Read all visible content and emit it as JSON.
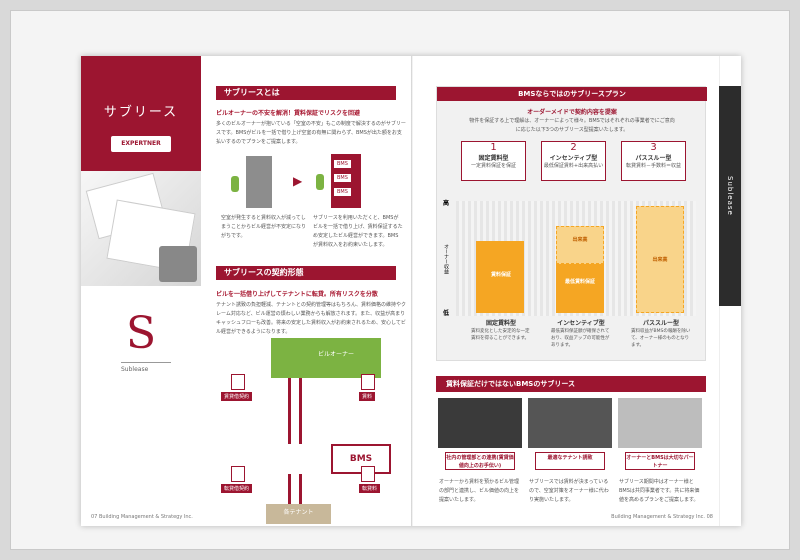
{
  "left": {
    "hero_title": "サブリース",
    "logo_text": "EXPERTNER",
    "big_letter": "S",
    "big_letter_label": "Sublease",
    "section1": {
      "heading": "サブリースとは",
      "subheading": "ビルオーナーの不安を解消！賃料保証でリスクを回避",
      "body": "多くのビルオーナーが抱いている「空室の不安」もこの制度で解決するのがサブリースです。BMSがビルを一括で借り上げ空室の有無に関わらず、BMSが出た額をお支払いするのでプランをご提案します。",
      "caption_left": "空室が発生すると賃料収入が減ってしまうことからビル経営が不安定になりがちです。",
      "caption_right": "サブリースを利用いただくと、BMSがビルを一括で借り上げ、賃料保証するため安定したビル経営ができます。BMSが賃料収入をお約束いたします。",
      "bms_tags": [
        "BMS",
        "BMS",
        "BMS"
      ]
    },
    "section2": {
      "heading": "サブリースの契約形態",
      "subheading": "ビルを一括借り上げしてテナントに転貸。所有リスクを分散",
      "body": "テナント誘致の負担軽減、テナントとの契約管理等はもちろん、賃料価格の維持やクレーム対応など、ビル運営の煩わしい業務からも解放されます。また、収益が高まりキャッシュフローも改善。将来の安定した賃料収入がお約束されるため、安心してビル経営ができるようになります。",
      "diagram": {
        "owner": "ビルオーナー",
        "center": "BMS",
        "tenant": "各テナント",
        "tags": [
          "賃貸借契約",
          "賃料",
          "転貸借契約",
          "転貸料"
        ]
      }
    },
    "page_number": "07",
    "footer": "Building Management & Strategy Inc."
  },
  "right": {
    "chart_panel": {
      "heading": "BMSならではのサブリースプラン",
      "subheading": "オーダーメイドで契約内容を提案",
      "intro": "物件を保証する上で理解は、オーナーによって様々。BMSではそれぞれの事業者でにご意向に応じた以下3つのサブリース型提案いたします。",
      "plans": [
        {
          "num": "1",
          "name": "固定賃料型",
          "desc": "一定賃料保証を保証"
        },
        {
          "num": "2",
          "name": "インセンティブ型",
          "desc": "最低保証賃料+出来高払い"
        },
        {
          "num": "3",
          "name": "パススルー型",
          "desc": "転貸賃料－手数料＝収益"
        }
      ],
      "axis_high": "高",
      "axis_low": "低",
      "axis_label": "オーナー収益",
      "bar_labels": [
        "賃料保証",
        "出来高",
        "最低賃料保証",
        "出来高"
      ],
      "col_labels": [
        "固定賃料型",
        "インセンティブ型",
        "パススルー型"
      ],
      "col_desc": [
        "賃料変化とした安定的な一定賃料を得ることができます。",
        "最低賃料保証額が確保されており、収益アップの可能性があります。",
        "賃料収益がBMSの報酬を除いて、オーナー様のものとなります。"
      ]
    },
    "section3": {
      "heading": "賃料保証だけではないBMSのサブリース",
      "badges": [
        "社内の管理部との連携(賃貸価値向上のお手伝い)",
        "最適なテナント誘致",
        "オーナーとBMSは大切なパートナー"
      ],
      "bodies": [
        "オーナーから賃料を預かるビル管理の部門と連携し、ビル価値の向上を提案いたします。",
        "サブリースでは賃料が決まっているので、空室対策をオーナー様に代わり実施いたします。",
        "サブリース期間中はオーナー様とBMSは共同事業者です。共に将来価値を高めるプランをご提案します。"
      ]
    },
    "page_number": "08",
    "footer": "Building Management & Strategy Inc.",
    "side_tab": "Sublease",
    "chart_data": {
      "type": "bar",
      "categories": [
        "固定賃料型",
        "インセンティブ型",
        "パススルー型"
      ],
      "series": [
        {
          "name": "賃料保証",
          "values": [
            60,
            50,
            0
          ]
        },
        {
          "name": "出来高",
          "values": [
            0,
            20,
            90
          ]
        }
      ],
      "ylabel": "オーナー収益"
    }
  },
  "colors": {
    "accent": "#9c1530",
    "bar_fill": "#f5a623",
    "bar_dashed": "#f9d48a"
  }
}
